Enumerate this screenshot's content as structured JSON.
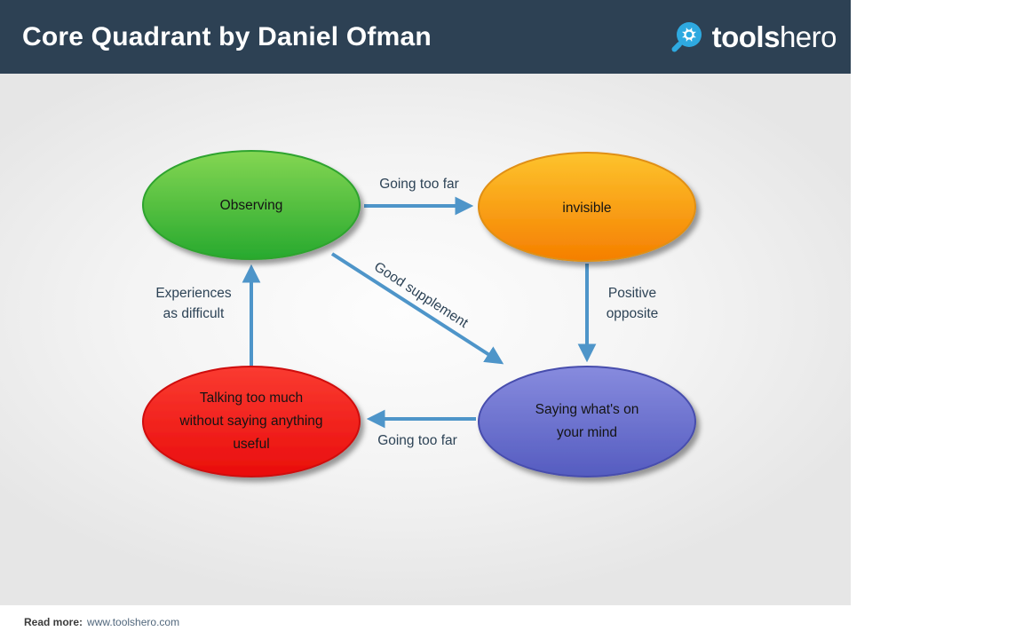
{
  "header": {
    "title": "Core Quadrant by Daniel Ofman",
    "logo": {
      "tools": "tools",
      "hero": "hero"
    }
  },
  "diagram": {
    "nodes": {
      "observing": {
        "label": "Observing",
        "color": "#3cb531"
      },
      "invisible": {
        "label": "invisible",
        "color": "#f79612"
      },
      "talking": {
        "lines": [
          "Talking too much",
          "without saying anything",
          "useful"
        ],
        "color": "#ee1212"
      },
      "saying": {
        "lines": [
          "Saying what's on",
          "your mind"
        ],
        "color": "#6a70cf"
      }
    },
    "edges": {
      "going_too_far_top": {
        "label": "Going too far"
      },
      "positive_opposite": {
        "lines": [
          "Positive",
          "opposite"
        ]
      },
      "going_too_far_bottom": {
        "label": "Going too far"
      },
      "experiences_as_difficult": {
        "lines": [
          "Experiences",
          "as difficult"
        ]
      },
      "good_supplement": {
        "label": "Good supplement"
      }
    },
    "arrow_color": "#4e95c9"
  },
  "footer": {
    "read_more_label": "Read more:",
    "url": "www.toolshero.com"
  },
  "colors": {
    "header_bg": "#2d4154",
    "logo_icon_blue": "#2ea9e0",
    "label_text": "#2d4356",
    "background_gray": "#e6e6e6"
  }
}
